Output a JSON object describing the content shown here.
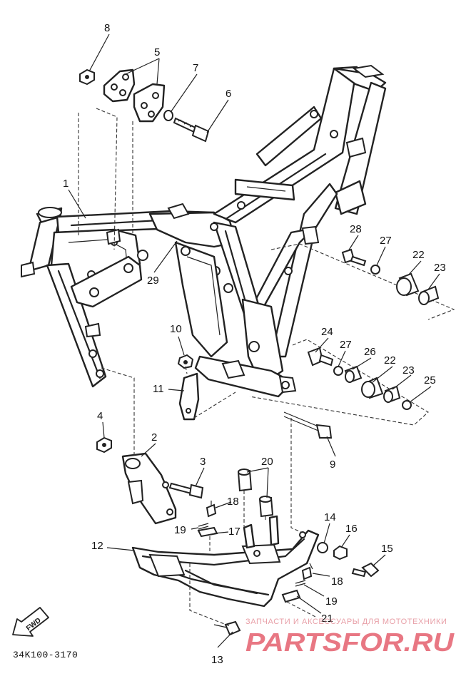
{
  "diagram_code": "34K100-3170",
  "forward_label": "FWD",
  "watermark": {
    "tagline": "ЗАПЧАСТИ И АКСЕССУАРЫ ДЛЯ МОТОТЕХНИКИ",
    "logo_text": "PARTSFOR.RU",
    "color": "#e4606e"
  },
  "callouts": {
    "c1": "1",
    "c2": "2",
    "c3": "3",
    "c4": "4",
    "c5": "5",
    "c6": "6",
    "c7": "7",
    "c8": "8",
    "c9": "9",
    "c10": "10",
    "c11": "11",
    "c12": "12",
    "c13": "13",
    "c14": "14",
    "c15": "15",
    "c16": "16",
    "c17": "17",
    "c18a": "18",
    "c18b": "18",
    "c19a": "19",
    "c19b": "19",
    "c20": "20",
    "c21": "21",
    "c22a": "22",
    "c22b": "22",
    "c23a": "23",
    "c23b": "23",
    "c24": "24",
    "c25": "25",
    "c26": "26",
    "c27a": "27",
    "c27b": "27",
    "c28": "28",
    "c29": "29"
  }
}
